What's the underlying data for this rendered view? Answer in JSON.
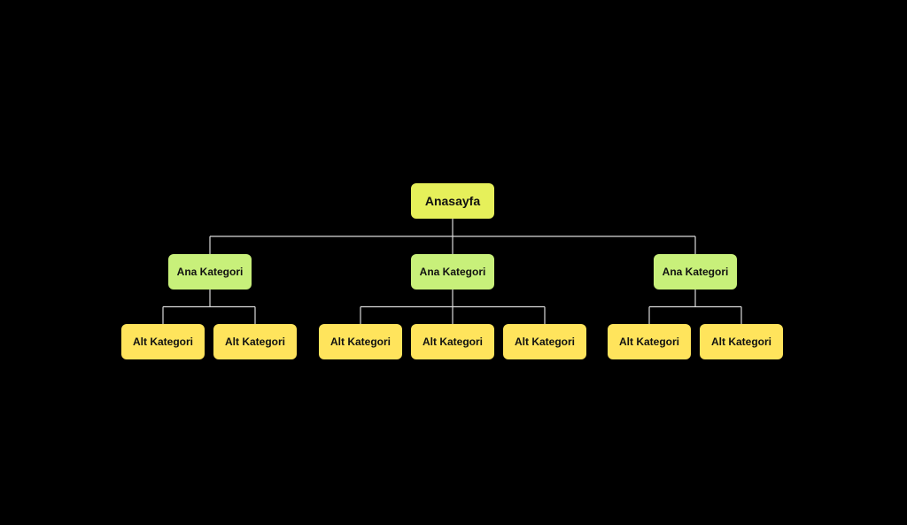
{
  "colors": {
    "background": "#000000",
    "root_fill": "#e6f05a",
    "category_fill": "#c8f07a",
    "sub_fill": "#ffe45c",
    "connector": "#d9d9d9",
    "text": "#111111"
  },
  "tree": {
    "root": {
      "label": "Anasayfa",
      "children": [
        {
          "label": "Ana Kategori",
          "children": [
            {
              "label": "Alt Kategori"
            },
            {
              "label": "Alt Kategori"
            }
          ]
        },
        {
          "label": "Ana Kategori",
          "children": [
            {
              "label": "Alt Kategori"
            },
            {
              "label": "Alt Kategori"
            },
            {
              "label": "Alt Kategori"
            }
          ]
        },
        {
          "label": "Ana Kategori",
          "children": [
            {
              "label": "Alt Kategori"
            },
            {
              "label": "Alt Kategori"
            }
          ]
        }
      ]
    }
  }
}
